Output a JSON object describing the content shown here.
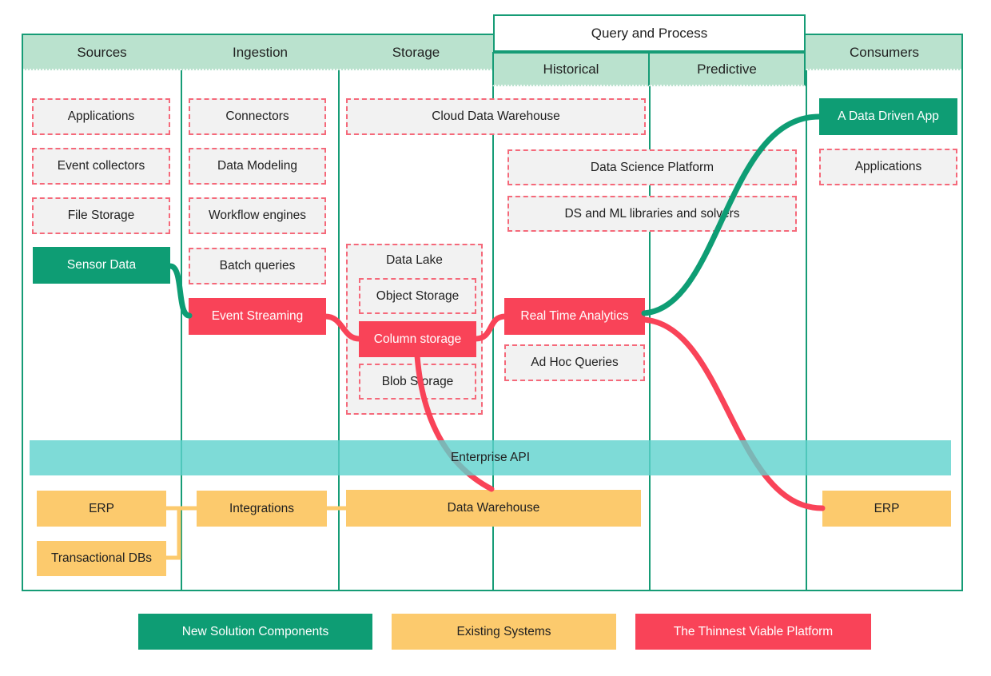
{
  "columns": {
    "sources": "Sources",
    "ingestion": "Ingestion",
    "storage": "Storage",
    "historical": "Historical",
    "predictive": "Predictive",
    "consumers": "Consumers"
  },
  "query_and_process": "Query and Process",
  "nodes": {
    "sources_applications": "Applications",
    "event_collectors": "Event collectors",
    "file_storage": "File Storage",
    "sensor_data": "Sensor Data",
    "connectors": "Connectors",
    "data_modeling": "Data Modeling",
    "workflow_engines": "Workflow engines",
    "batch_queries": "Batch queries",
    "event_streaming": "Event Streaming",
    "cloud_data_warehouse": "Cloud Data Warehouse",
    "data_lake": "Data Lake",
    "object_storage": "Object Storage",
    "column_storage": "Column storage",
    "blob_storage": "Blob Storage",
    "data_science_platform": "Data Science Platform",
    "ds_ml_libraries": "DS and ML libraries and solvers",
    "real_time_analytics": "Real Time Analytics",
    "ad_hoc_queries": "Ad Hoc Queries",
    "a_data_driven_app": "A Data Driven App",
    "consumers_applications": "Applications",
    "enterprise_api": "Enterprise API",
    "erp_left": "ERP",
    "transactional_dbs": "Transactional DBs",
    "integrations": "Integrations",
    "data_warehouse": "Data Warehouse",
    "erp_right": "ERP"
  },
  "legend": {
    "new_solution": "New Solution Components",
    "existing": "Existing Systems",
    "thinnest": "The Thinnest Viable Platform"
  },
  "colors": {
    "new_solution_green": "#0e9d74",
    "thinnest_platform_red": "#f94358",
    "existing_systems_yellow": "#fcca6d",
    "enterprise_api_teal": "#7edbd7",
    "column_header_mint": "#bae2ce",
    "frame_border_green": "#169c76",
    "dashed_box_border": "#f5697a",
    "dashed_box_fill": "#f2f2f2"
  }
}
